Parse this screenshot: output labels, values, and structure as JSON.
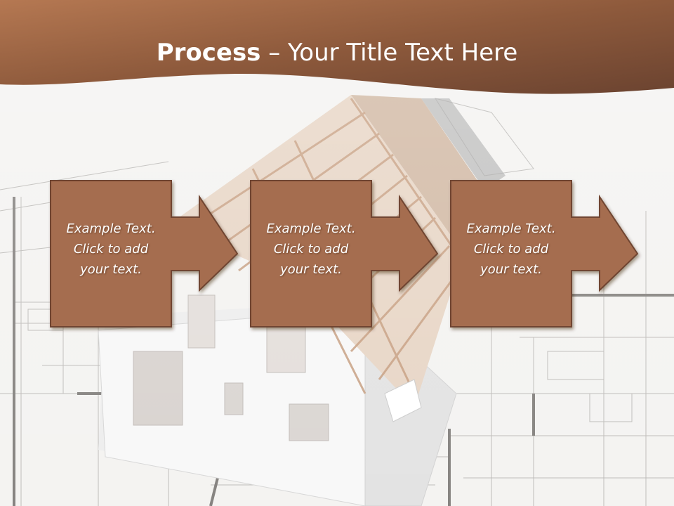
{
  "slide": {
    "title_bold": "Process",
    "title_rest": " – Your Title Text Here",
    "steps": [
      {
        "line1": "Example Text.",
        "line2": "Click  to add",
        "line3": "your text."
      },
      {
        "line1": "Example Text.",
        "line2": "Click  to add",
        "line3": "your text."
      },
      {
        "line1": "Example Text.",
        "line2": "Click  to add",
        "line3": "your text."
      }
    ]
  },
  "colors": {
    "banner_dark": "#6b4330",
    "banner_light": "#a86d48",
    "step_fill": "#a56d4f",
    "step_stroke": "#7c4e36"
  }
}
